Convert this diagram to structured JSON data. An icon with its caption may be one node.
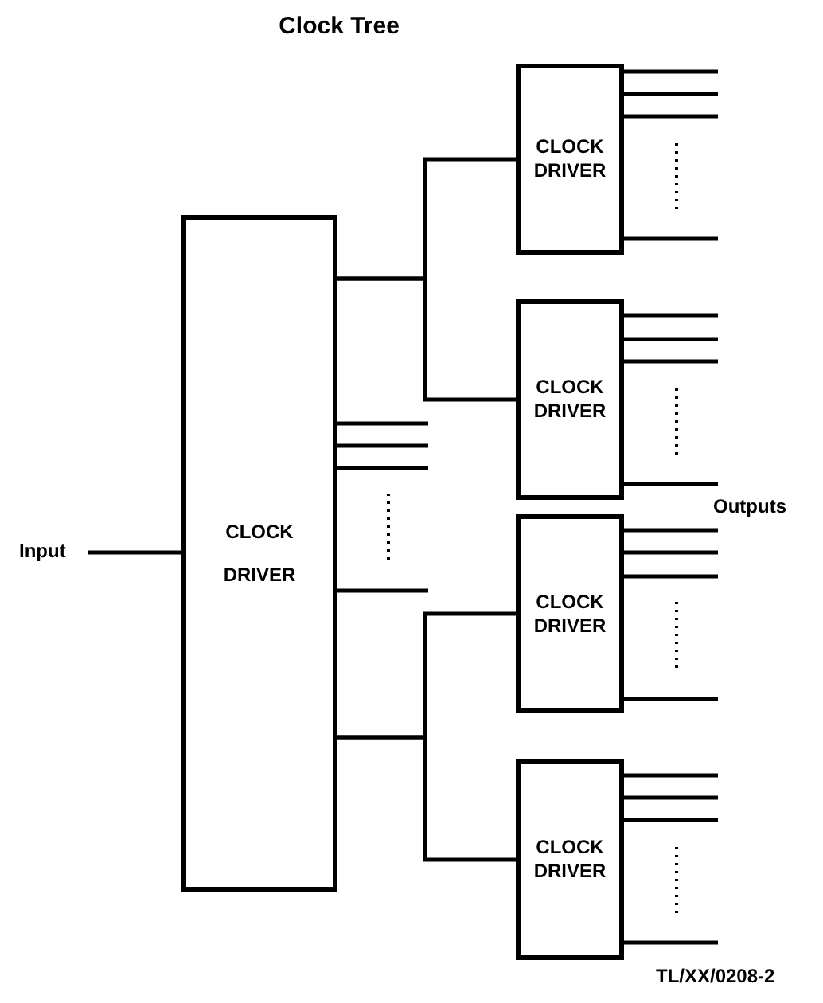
{
  "diagram": {
    "title": "Clock Tree",
    "nodes": [
      {
        "text": [
          "Input"
        ]
      },
      {
        "text": [
          "CLOCK DRIVER"
        ]
      },
      {
        "text": [
          "CLOCK DRIVER"
        ]
      },
      {
        "text": [
          "CLOCK DRIVER"
        ]
      },
      {
        "text": [
          "CLOCK DRIVER"
        ]
      },
      {
        "text": [
          "CLOCK DRIVER"
        ]
      }
    ],
    "edges": [
      {
        "from": 0,
        "to": 1,
        "arrow": "none"
      },
      {
        "from": 1,
        "to": 2,
        "arrow": "none"
      },
      {
        "from": 1,
        "to": 3,
        "arrow": "none"
      },
      {
        "from": 1,
        "to": null,
        "arrow": "none"
      },
      {
        "from": 1,
        "to": null,
        "arrow": "none"
      },
      {
        "from": 1,
        "to": null,
        "arrow": "none"
      },
      {
        "from": 1,
        "to": null,
        "arrow": "none"
      },
      {
        "from": 1,
        "to": 4,
        "arrow": "none"
      },
      {
        "from": 1,
        "to": 5,
        "arrow": "none"
      },
      {
        "from": 2,
        "to": null,
        "arrow": "none"
      },
      {
        "from": 2,
        "to": null,
        "arrow": "none"
      },
      {
        "from": 2,
        "to": null,
        "arrow": "none"
      },
      {
        "from": 2,
        "to": null,
        "arrow": "none"
      },
      {
        "from": 3,
        "to": null,
        "arrow": "none"
      },
      {
        "from": 3,
        "to": null,
        "arrow": "none"
      },
      {
        "from": 3,
        "to": null,
        "arrow": "none"
      },
      {
        "from": 3,
        "to": null,
        "arrow": "none"
      },
      {
        "from": 4,
        "to": null,
        "arrow": "none"
      },
      {
        "from": 4,
        "to": null,
        "arrow": "none"
      },
      {
        "from": 4,
        "to": null,
        "arrow": "none"
      },
      {
        "from": 4,
        "to": null,
        "arrow": "none"
      },
      {
        "from": 5,
        "to": null,
        "arrow": "none"
      },
      {
        "from": 5,
        "to": null,
        "arrow": "none"
      },
      {
        "from": 5,
        "to": null,
        "arrow": "none"
      },
      {
        "from": 5,
        "to": null,
        "arrow": "none"
      }
    ],
    "labels": [
      "Outputs",
      "TL/XX/0208-2"
    ]
  }
}
